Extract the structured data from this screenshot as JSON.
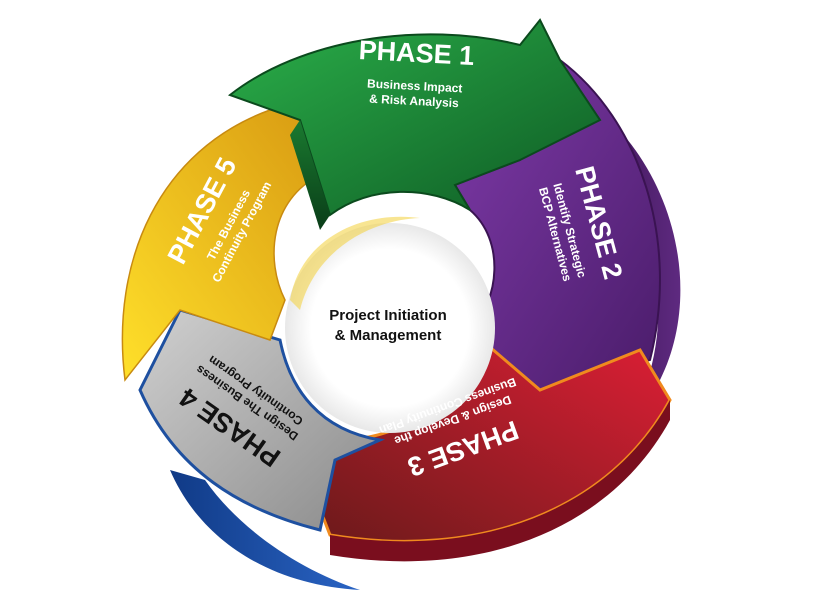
{
  "center": {
    "line1": "Project Initiation",
    "line2": "& Management"
  },
  "phases": [
    {
      "id": 1,
      "title": "PHASE 1",
      "line1": "Business Impact",
      "line2": "& Risk Analysis",
      "color": "#1f8a3a"
    },
    {
      "id": 2,
      "title": "PHASE 2",
      "line1": "Identify Strategic",
      "line2": "BCP Alternatives",
      "color": "#6a2c91"
    },
    {
      "id": 3,
      "title": "PHASE 3",
      "line1": "Design & Develop the",
      "line2": "Business Continuity Plan",
      "color": "#c0152f"
    },
    {
      "id": 4,
      "title": "PHASE 4",
      "line1": "Design The Business",
      "line2": "Continuity Program",
      "color": "#a9a9a9"
    },
    {
      "id": 5,
      "title": "PHASE 5",
      "line1": "The Business",
      "line2": "Continuity Program",
      "color": "#f2c21a"
    }
  ],
  "colors": {
    "green": "#1f8a3a",
    "purple": "#6a2c91",
    "red": "#c0152f",
    "gray": "#a9a9a9",
    "yellow": "#f2c21a",
    "blue": "#1e50a0",
    "orange_edge": "#f08a1e"
  }
}
